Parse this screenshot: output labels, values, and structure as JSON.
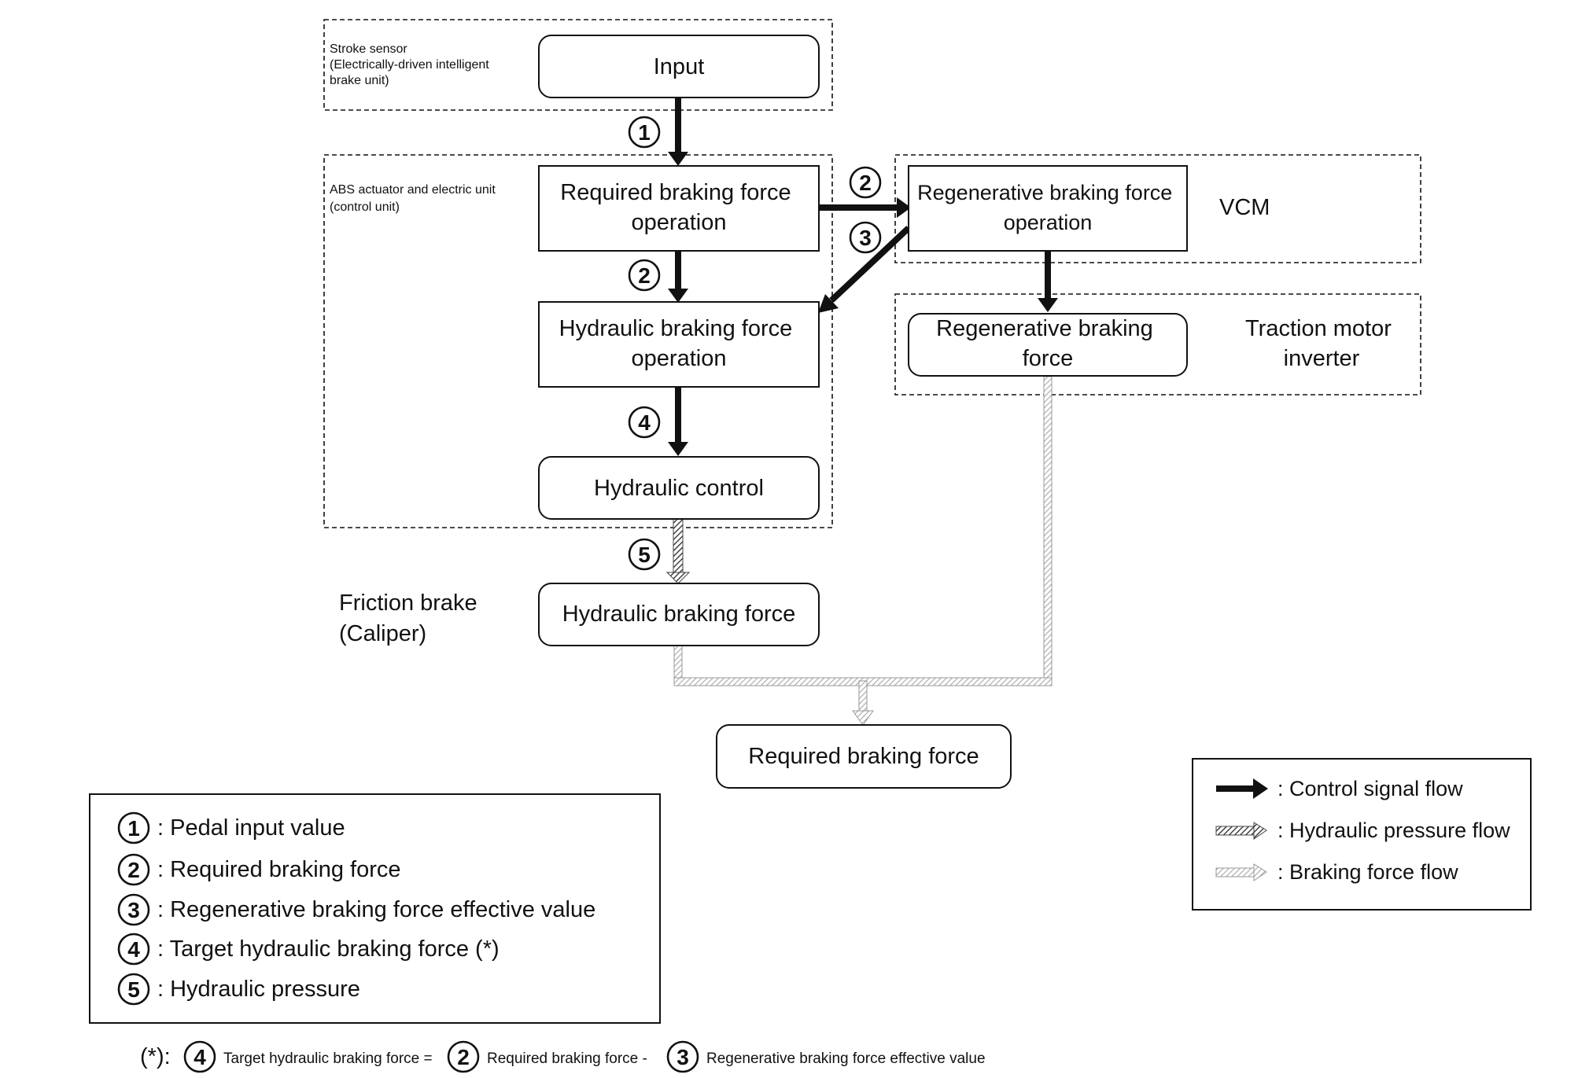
{
  "zones": {
    "stroke_sensor": [
      "Stroke sensor",
      "(Electrically-driven intelligent",
      "brake unit)"
    ],
    "abs": [
      "ABS actuator and electric unit",
      "(control unit)"
    ],
    "vcm": "VCM",
    "traction": [
      "Traction motor",
      "inverter"
    ],
    "friction": [
      "Friction brake",
      "(Caliper)"
    ]
  },
  "nodes": {
    "input": [
      "Input"
    ],
    "required_op": [
      "Required braking force",
      "operation"
    ],
    "hydraulic_op": [
      "Hydraulic braking force",
      "operation"
    ],
    "hydraulic_control": [
      "Hydraulic control"
    ],
    "hydraulic_force": [
      "Hydraulic braking force"
    ],
    "regen_op": [
      "Regenerative braking force",
      "operation"
    ],
    "regen_force": [
      "Regenerative braking",
      "force"
    ],
    "required_force": [
      "Required braking force"
    ]
  },
  "markers": {
    "m1": "1",
    "m2a": "2",
    "m2b": "2",
    "m3": "3",
    "m4": "4",
    "m5": "5"
  },
  "key": [
    {
      "num": "1",
      "text": ": Pedal input value"
    },
    {
      "num": "2",
      "text": ": Required braking force"
    },
    {
      "num": "3",
      "text": ": Regenerative braking force effective value"
    },
    {
      "num": "4",
      "text": ": Target hydraulic braking force (*)"
    },
    {
      "num": "5",
      "text": ": Hydraulic pressure"
    }
  ],
  "legend": [
    {
      "style": "control",
      "text": ": Control signal flow"
    },
    {
      "style": "hydraulic",
      "text": ": Hydraulic pressure flow"
    },
    {
      "style": "braking",
      "text": ": Braking force flow"
    }
  ],
  "footnote": {
    "prefix": "(*):",
    "n1": "4",
    "t1": "Target hydraulic braking force =",
    "n2": "2",
    "t2": "Required braking force -",
    "n3": "3",
    "t3": "Regenerative braking force effective value"
  },
  "colors": {
    "ink": "#111111",
    "hydraulic_hatch": "#555555",
    "braking_hatch": "#9a9a9a"
  }
}
